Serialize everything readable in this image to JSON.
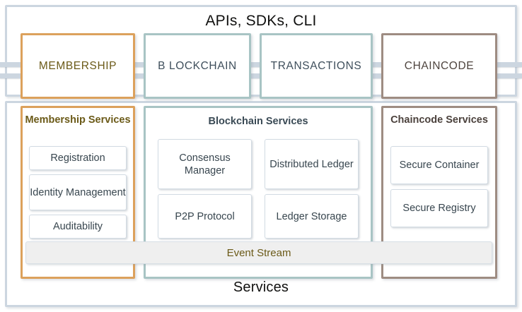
{
  "diagram": {
    "top_frame_title": "APIs, SDKs, CLI",
    "bottom_frame_title": "Services",
    "pillars": [
      {
        "id": "membership",
        "label": "MEMBERSHIP",
        "border_color": "#dca15c",
        "text_color": "#6b5a18"
      },
      {
        "id": "blockchain",
        "label": "B LOCKCHAIN",
        "border_color": "#a8c4c4",
        "text_color": "#3f4f5c"
      },
      {
        "id": "transactions",
        "label": "TRANSACTIONS",
        "border_color": "#a8c4c4",
        "text_color": "#3f4f5c"
      },
      {
        "id": "chaincode",
        "label": "CHAINCODE",
        "border_color": "#9e8c82",
        "text_color": "#4e443e"
      }
    ],
    "columns": [
      {
        "id": "membership",
        "title": "Membership Services",
        "border_color": "#dca15c",
        "title_color": "#6b5a18",
        "services": [
          {
            "id": "registration",
            "label": "Registration"
          },
          {
            "id": "identity-management",
            "label": "Identity Management"
          },
          {
            "id": "auditability",
            "label": "Auditability"
          }
        ]
      },
      {
        "id": "blockchain",
        "title": "Blockchain Services",
        "border_color": "#a8c4c4",
        "title_color": "#3a4a55",
        "services": [
          {
            "id": "consensus-manager",
            "label": "Consensus Manager"
          },
          {
            "id": "distributed-ledger",
            "label": "Distributed Ledger"
          },
          {
            "id": "p2p-protocol",
            "label": "P2P Protocol"
          },
          {
            "id": "ledger-storage",
            "label": "Ledger Storage"
          }
        ]
      },
      {
        "id": "chaincode",
        "title": "Chaincode Services",
        "border_color": "#9e8c82",
        "title_color": "#4b413c",
        "services": [
          {
            "id": "secure-container",
            "label": "Secure Container"
          },
          {
            "id": "secure-registry",
            "label": "Secure Registry"
          }
        ]
      }
    ],
    "event_stream": {
      "label": "Event Stream",
      "fill_color": "#efefef",
      "text_color": "#6b5a18"
    },
    "frame_color": "#ccd6e0",
    "subbox_border_color": "#d2dbe3",
    "subbox_text_color": "#38464f"
  }
}
